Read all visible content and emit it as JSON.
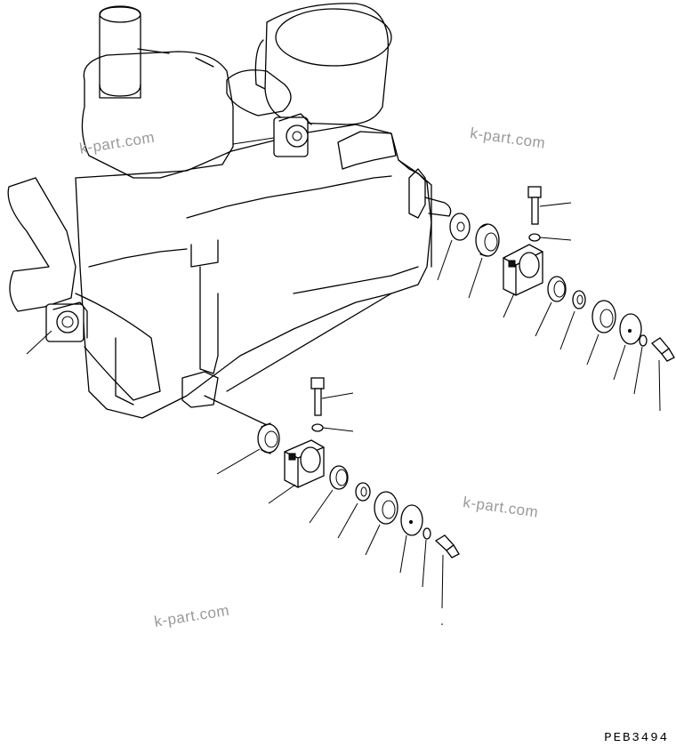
{
  "drawing_code": "PEB3494",
  "watermarks": [
    "k-part.com",
    "k-part.com",
    "k-part.com",
    "k-part.com"
  ]
}
